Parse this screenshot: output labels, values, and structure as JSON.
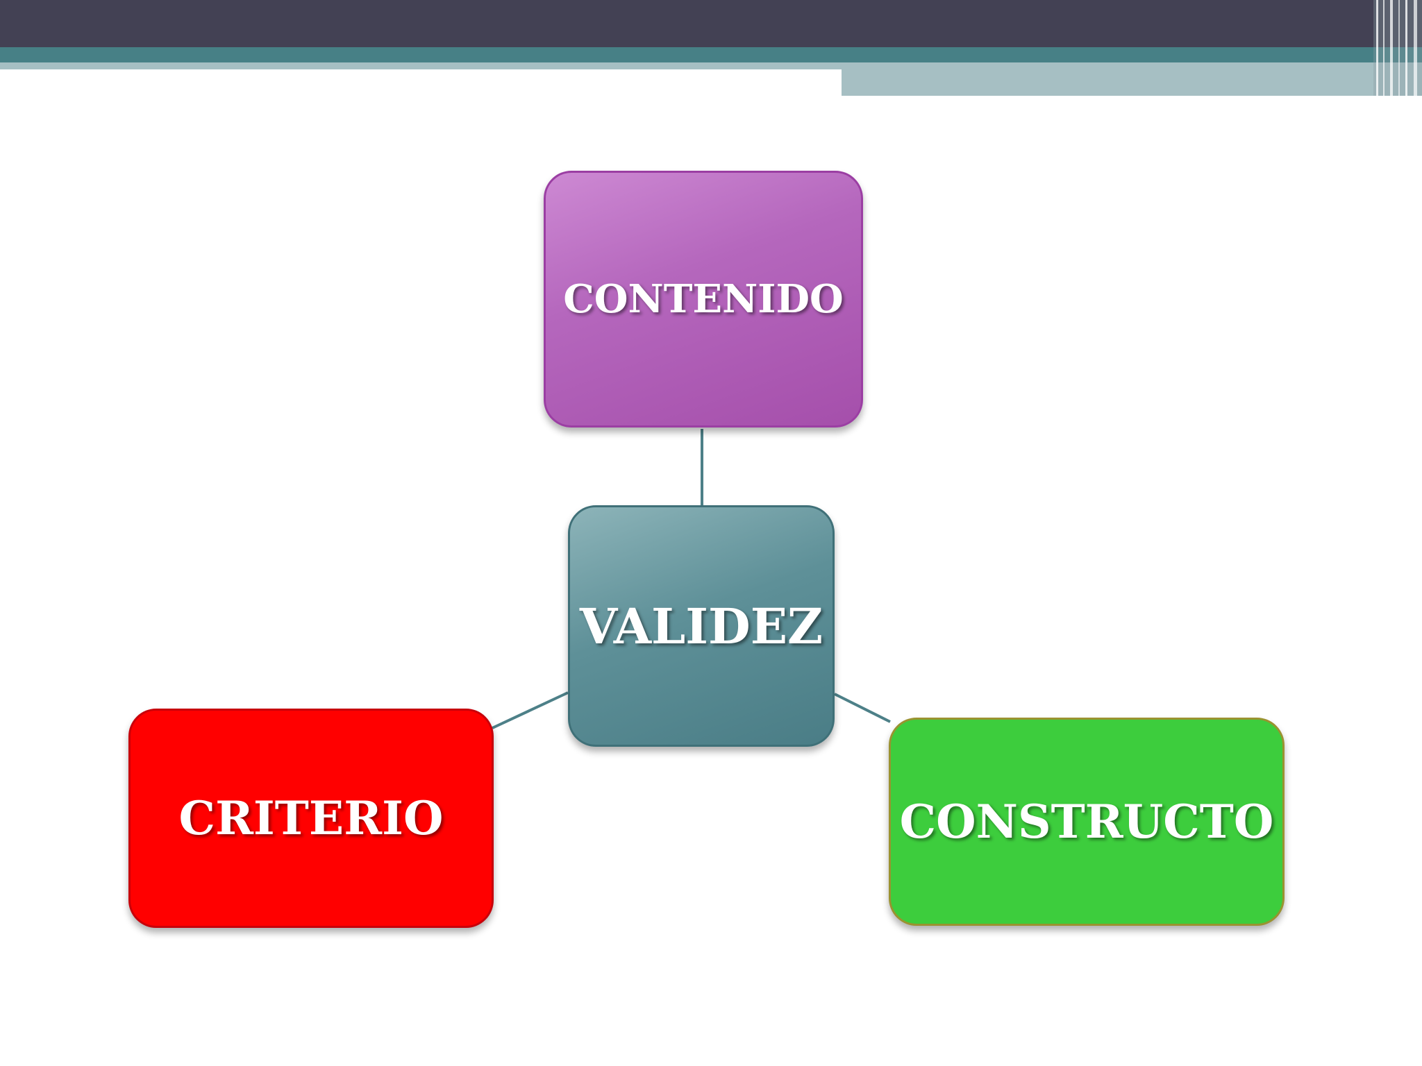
{
  "diagram": {
    "center_node": {
      "label": "VALIDEZ",
      "color": "#5e9098"
    },
    "branches": [
      {
        "id": "contenido",
        "label": "CONTENIDO",
        "color": "#b567bd"
      },
      {
        "id": "criterio",
        "label": "CRITERIO",
        "color": "#ff0000"
      },
      {
        "id": "constructo",
        "label": "CONSTRUCTO",
        "color": "#3dcd3d"
      }
    ],
    "connector_color": "#4d8088"
  },
  "theme": {
    "header_dark": "#434154",
    "header_teal": "#478086",
    "header_light": "#a6bfc3"
  }
}
